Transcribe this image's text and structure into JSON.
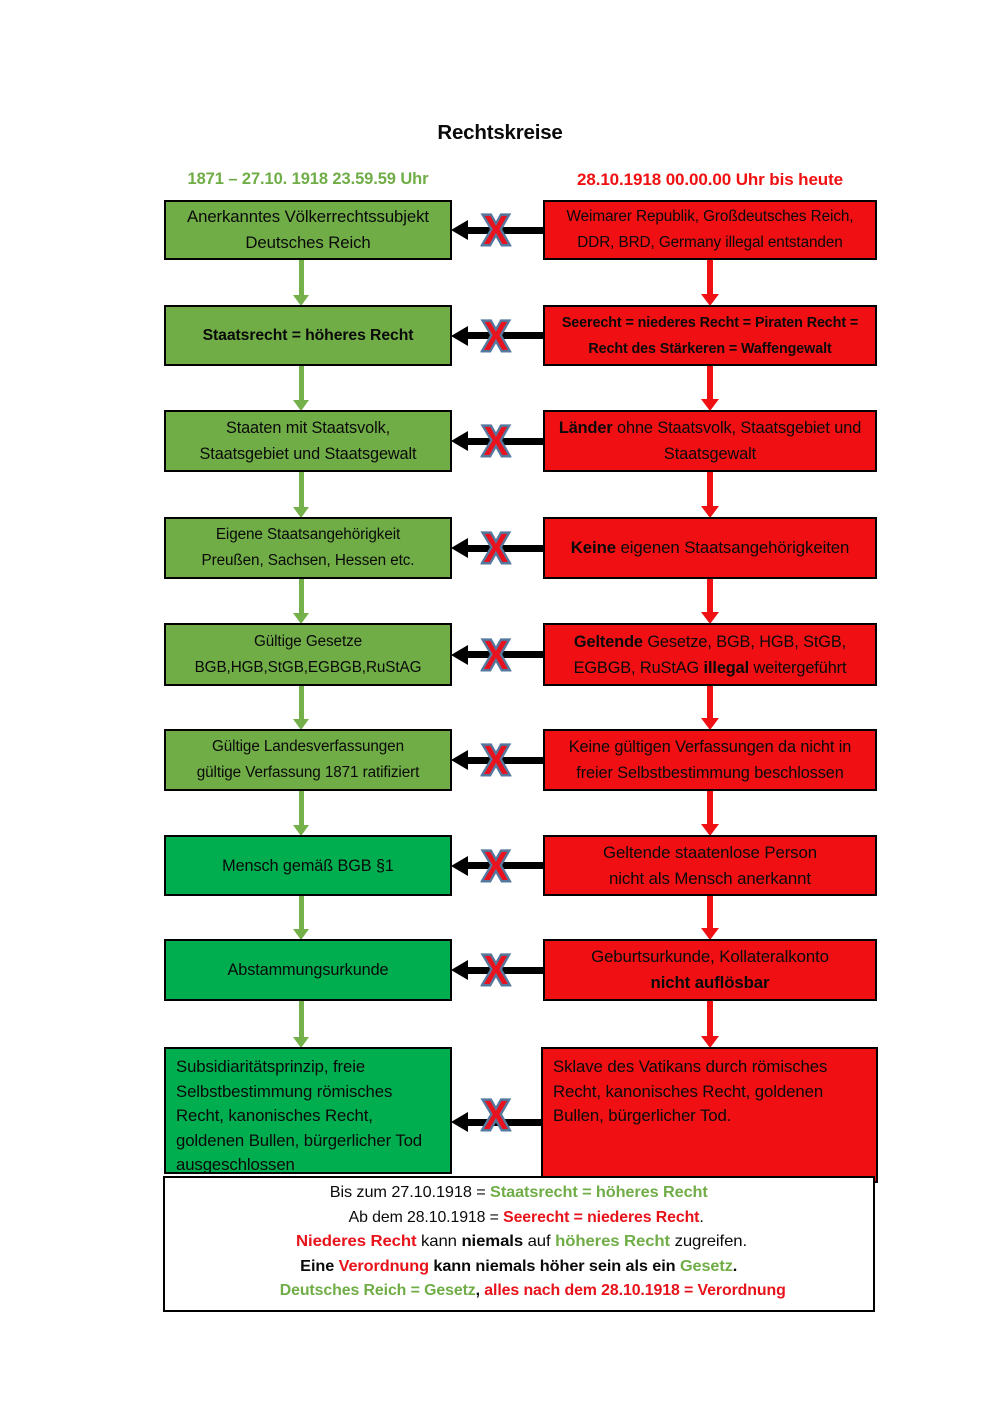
{
  "title": "Rechtskreise",
  "left_header": {
    "text": "1871 – 27.10. 1918 23.59.59 Uhr",
    "color": "#70AD47"
  },
  "right_header": {
    "text": "28.10.1918 00.00.00 Uhr bis heute",
    "color": "#F01011"
  },
  "x_mark": "X",
  "colors": {
    "light_green": "#70AD47",
    "dark_green": "#00AE50",
    "red": "#F01013",
    "green_arrow": "#75B14A",
    "red_arrow": "#F01013",
    "black": "#000000",
    "x_fill": "#E8131F",
    "x_stroke": "#54789E",
    "green_text": "#70AD47",
    "red_text": "#E8121A",
    "text": "#0A0A0A"
  },
  "rows": [
    {
      "left": {
        "fill": "light_green",
        "lines": [
          [
            {
              "t": "Anerkanntes Völkerrechtssubjekt"
            }
          ],
          [
            {
              "t": "Deutsches Reich"
            }
          ]
        ]
      },
      "right": {
        "fill": "red",
        "lines": [
          [
            {
              "t": "Weimarer Republik, Großdeutsches Reich,"
            }
          ],
          [
            {
              "t": "DDR, BRD, Germany illegal entstanden"
            }
          ]
        ]
      }
    },
    {
      "left": {
        "fill": "light_green",
        "lines": [
          [
            {
              "t": "Staatsrecht = höheres Recht",
              "b": true
            }
          ]
        ]
      },
      "right": {
        "fill": "red",
        "lines": [
          [
            {
              "t": "Seerecht = niederes Recht = Piraten Recht =",
              "b": true
            }
          ],
          [
            {
              "t": "Recht des Stärkeren = Waffengewalt",
              "b": true
            }
          ]
        ]
      }
    },
    {
      "left": {
        "fill": "light_green",
        "lines": [
          [
            {
              "t": "Staaten mit Staatsvolk,"
            }
          ],
          [
            {
              "t": "Staatsgebiet und Staatsgewalt"
            }
          ]
        ]
      },
      "right": {
        "fill": "red",
        "lines": [
          [
            {
              "t": "Länder",
              "b": true
            },
            {
              "t": " ohne Staatsvolk, Staatsgebiet und"
            }
          ],
          [
            {
              "t": "Staatsgewalt"
            }
          ]
        ]
      }
    },
    {
      "left": {
        "fill": "light_green",
        "lines": [
          [
            {
              "t": "Eigene Staatsangehörigkeit"
            }
          ],
          [
            {
              "t": "Preußen, Sachsen, Hessen etc."
            }
          ]
        ]
      },
      "right": {
        "fill": "red",
        "lines": [
          [
            {
              "t": "Keine",
              "b": true
            },
            {
              "t": " eigenen Staatsangehörigkeiten"
            }
          ]
        ]
      }
    },
    {
      "left": {
        "fill": "light_green",
        "lines": [
          [
            {
              "t": "Gültige Gesetze"
            }
          ],
          [
            {
              "t": "BGB,HGB,StGB,EGBGB,RuStAG"
            }
          ]
        ]
      },
      "right": {
        "fill": "red",
        "lines": [
          [
            {
              "t": "Geltende",
              "b": true
            },
            {
              "t": " Gesetze, BGB, HGB, StGB,"
            }
          ],
          [
            {
              "t": "EGBGB, RuStAG "
            },
            {
              "t": "illegal",
              "b": true
            },
            {
              "t": " weitergeführt"
            }
          ]
        ]
      }
    },
    {
      "left": {
        "fill": "light_green",
        "lines": [
          [
            {
              "t": "Gültige Landesverfassungen"
            }
          ],
          [
            {
              "t": "gültige Verfassung 1871 ratifiziert"
            }
          ]
        ]
      },
      "right": {
        "fill": "red",
        "lines": [
          [
            {
              "t": "Keine gültigen Verfassungen da nicht in"
            }
          ],
          [
            {
              "t": "freier Selbstbestimmung beschlossen"
            }
          ]
        ]
      }
    },
    {
      "left": {
        "fill": "dark_green",
        "lines": [
          [
            {
              "t": "Mensch gemäß BGB §1"
            }
          ]
        ]
      },
      "right": {
        "fill": "red",
        "lines": [
          [
            {
              "t": "Geltende staatenlose Person"
            }
          ],
          [
            {
              "t": "nicht als Mensch anerkannt"
            }
          ]
        ]
      }
    },
    {
      "left": {
        "fill": "dark_green",
        "lines": [
          [
            {
              "t": "Abstammungsurkunde"
            }
          ]
        ]
      },
      "right": {
        "fill": "red",
        "lines": [
          [
            {
              "t": "Geburtsurkunde, Kollateralkonto"
            }
          ],
          [
            {
              "t": "nicht auflösbar",
              "b": true
            }
          ]
        ]
      }
    },
    {
      "left": {
        "fill": "dark_green",
        "align": "left",
        "lines": [
          [
            {
              "t": "Subsidiaritätsprinzip, freie"
            }
          ],
          [
            {
              "t": "Selbstbestimmung römisches"
            }
          ],
          [
            {
              "t": "Recht, kanonisches Recht,"
            }
          ],
          [
            {
              "t": "goldenen Bullen, bürgerlicher Tod"
            }
          ],
          [
            {
              "t": "ausgeschlossen"
            }
          ]
        ]
      },
      "right": {
        "fill": "red",
        "align": "left",
        "lines": [
          [
            {
              "t": "Sklave des Vatikans durch römisches"
            }
          ],
          [
            {
              "t": "Recht, kanonisches Recht, goldenen"
            }
          ],
          [
            {
              "t": "Bullen, bürgerlicher Tod."
            }
          ]
        ]
      }
    }
  ],
  "summary": {
    "lines": [
      [
        {
          "t": "Bis zum 27.10.1918 = "
        },
        {
          "t": "Staatsrecht = höheres Recht",
          "c": "green",
          "b": true
        }
      ],
      [
        {
          "t": "Ab dem 28.10.1918 = "
        },
        {
          "t": "Seerecht = niederes Recht",
          "c": "red",
          "b": true
        },
        {
          "t": "."
        }
      ],
      [
        {
          "t": "Niederes Recht",
          "c": "red",
          "b": true
        },
        {
          "t": " kann "
        },
        {
          "t": "niemals",
          "b": true
        },
        {
          "t": " auf "
        },
        {
          "t": "höheres Recht",
          "c": "green",
          "b": true
        },
        {
          "t": " zugreifen."
        }
      ],
      [
        {
          "t": "Eine ",
          "b": true
        },
        {
          "t": "Verordnung",
          "c": "red",
          "b": true
        },
        {
          "t": " kann niemals höher sein als ein ",
          "b": true
        },
        {
          "t": "Gesetz",
          "c": "green",
          "b": true
        },
        {
          "t": ".",
          "b": true
        }
      ],
      [
        {
          "t": "Deutsches Reich = Gesetz",
          "c": "green",
          "b": true
        },
        {
          "t": ", ",
          "b": true
        },
        {
          "t": "alles nach dem 28.10.1918 = Verordnung",
          "c": "red",
          "b": true
        }
      ]
    ]
  }
}
